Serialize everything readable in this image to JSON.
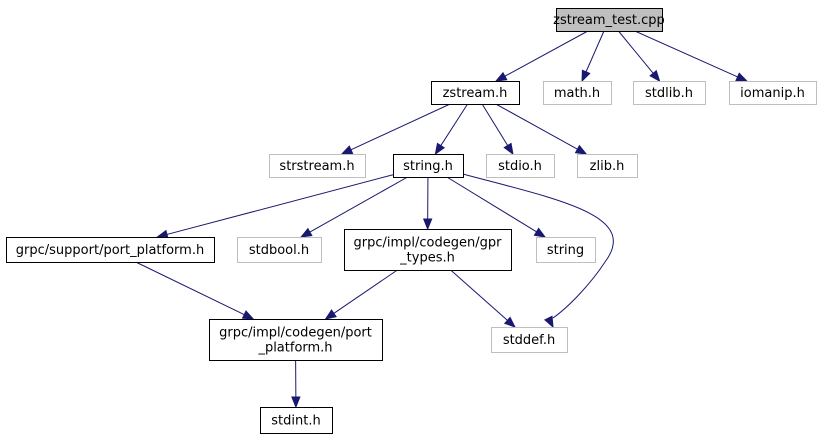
{
  "colors": {
    "edge": "#191970",
    "documented_border": "#000000",
    "external_border": "#bfbfbf",
    "root_fill": "#bfbfbf",
    "node_fill": "#ffffff"
  },
  "nodes": {
    "zstream_test_cpp": {
      "label": [
        "zstream_test.cpp"
      ],
      "kind": "root"
    },
    "zstream_h": {
      "label": [
        "zstream.h"
      ],
      "kind": "documented"
    },
    "math_h": {
      "label": [
        "math.h"
      ],
      "kind": "external"
    },
    "stdlib_h": {
      "label": [
        "stdlib.h"
      ],
      "kind": "external"
    },
    "iomanip_h": {
      "label": [
        "iomanip.h"
      ],
      "kind": "external"
    },
    "strstream_h": {
      "label": [
        "strstream.h"
      ],
      "kind": "external"
    },
    "string_h": {
      "label": [
        "string.h"
      ],
      "kind": "documented"
    },
    "stdio_h": {
      "label": [
        "stdio.h"
      ],
      "kind": "external"
    },
    "zlib_h": {
      "label": [
        "zlib.h"
      ],
      "kind": "external"
    },
    "grpc_support_port_platform_h": {
      "label": [
        "grpc/support/port_platform.h"
      ],
      "kind": "documented"
    },
    "stdbool_h": {
      "label": [
        "stdbool.h"
      ],
      "kind": "external"
    },
    "grpc_impl_codegen_gpr_types_h": {
      "label": [
        "grpc/impl/codegen/gpr",
        "_types.h"
      ],
      "kind": "documented"
    },
    "string": {
      "label": [
        "string"
      ],
      "kind": "external"
    },
    "grpc_impl_codegen_port_platform_h": {
      "label": [
        "grpc/impl/codegen/port",
        "_platform.h"
      ],
      "kind": "documented"
    },
    "stddef_h": {
      "label": [
        "stddef.h"
      ],
      "kind": "external"
    },
    "stdint_h": {
      "label": [
        "stdint.h"
      ],
      "kind": "documented"
    }
  },
  "edges": [
    [
      "zstream_test_cpp",
      "zstream_h"
    ],
    [
      "zstream_test_cpp",
      "math_h"
    ],
    [
      "zstream_test_cpp",
      "stdlib_h"
    ],
    [
      "zstream_test_cpp",
      "iomanip_h"
    ],
    [
      "zstream_h",
      "strstream_h"
    ],
    [
      "zstream_h",
      "string_h"
    ],
    [
      "zstream_h",
      "stdio_h"
    ],
    [
      "zstream_h",
      "zlib_h"
    ],
    [
      "string_h",
      "grpc_support_port_platform_h"
    ],
    [
      "string_h",
      "stdbool_h"
    ],
    [
      "string_h",
      "grpc_impl_codegen_gpr_types_h"
    ],
    [
      "string_h",
      "string"
    ],
    [
      "string_h",
      "stddef_h"
    ],
    [
      "grpc_support_port_platform_h",
      "grpc_impl_codegen_port_platform_h"
    ],
    [
      "grpc_impl_codegen_gpr_types_h",
      "grpc_impl_codegen_port_platform_h"
    ],
    [
      "grpc_impl_codegen_gpr_types_h",
      "stddef_h"
    ],
    [
      "grpc_impl_codegen_port_platform_h",
      "stdint_h"
    ]
  ]
}
